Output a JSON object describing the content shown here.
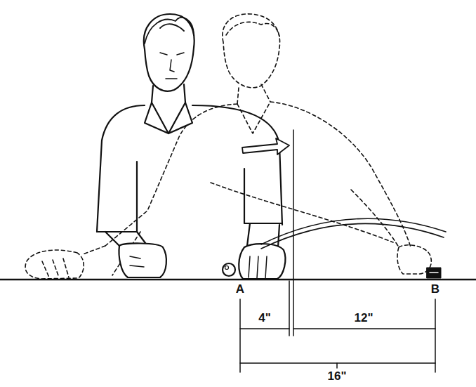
{
  "diagram": {
    "labels": [
      "A",
      "B",
      "4\"",
      "12\"",
      "16\""
    ]
  }
}
